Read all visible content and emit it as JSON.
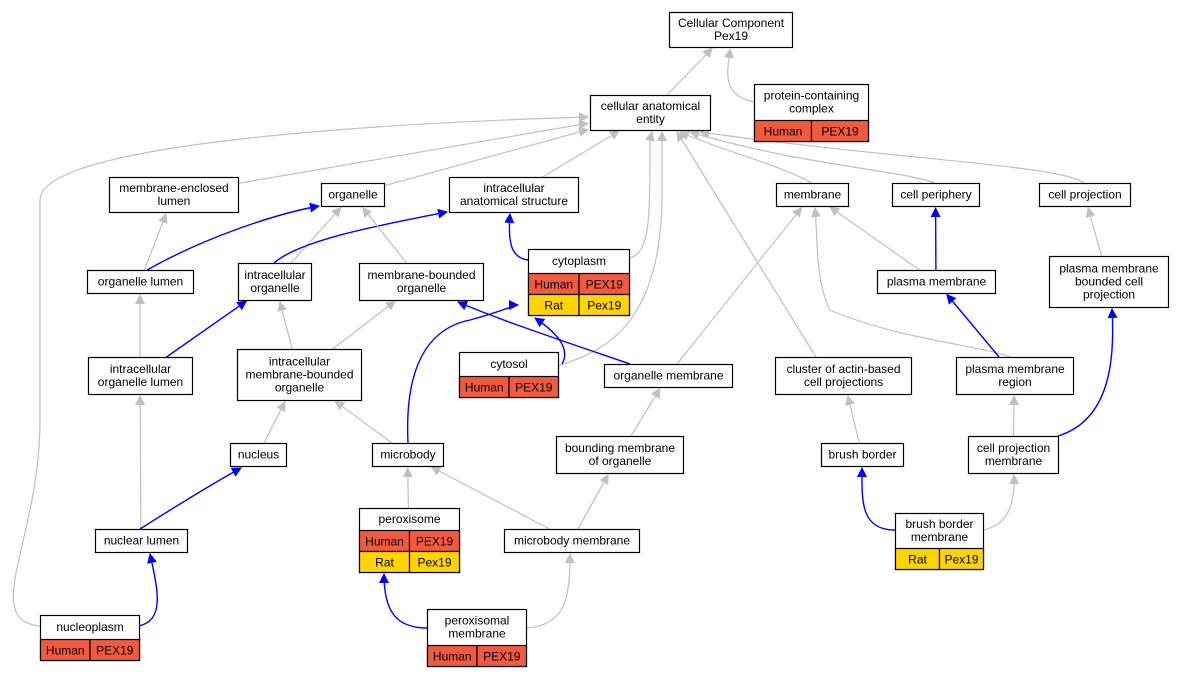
{
  "colors": {
    "edge_is_a": "#c0c0c0",
    "edge_part_of": "#0000ff",
    "human": "#f15a3f",
    "rat": "#ffd400",
    "node_fill": "#ffffff",
    "node_border": "#000000"
  },
  "nodes": {
    "root": [
      "Cellular Component",
      "Pex19"
    ],
    "cae": [
      "cellular anatomical",
      "entity"
    ],
    "pcc": [
      "protein-containing",
      "complex"
    ],
    "mel": [
      "membrane-enclosed",
      "lumen"
    ],
    "organelle": [
      "organelle"
    ],
    "ias": [
      "intracellular",
      "anatomical structure"
    ],
    "membrane": [
      "membrane"
    ],
    "cp": [
      "cell periphery"
    ],
    "cproj": [
      "cell projection"
    ],
    "ol": [
      "organelle lumen"
    ],
    "io": [
      "intracellular",
      "organelle"
    ],
    "mbo": [
      "membrane-bounded",
      "organelle"
    ],
    "cyto": [
      "cytoplasm"
    ],
    "pm": [
      "plasma membrane"
    ],
    "pmbcp": [
      "plasma membrane",
      "bounded cell",
      "projection"
    ],
    "iol": [
      "intracellular",
      "organelle lumen"
    ],
    "imbo": [
      "intracellular",
      "membrane-bounded",
      "organelle"
    ],
    "cytosol": [
      "cytosol"
    ],
    "om": [
      "organelle membrane"
    ],
    "cabcp": [
      "cluster of actin-based",
      "cell projections"
    ],
    "pmr": [
      "plasma membrane",
      "region"
    ],
    "nucleus": [
      "nucleus"
    ],
    "microbody": [
      "microbody"
    ],
    "bmo": [
      "bounding membrane",
      "of organelle"
    ],
    "bb": [
      "brush border"
    ],
    "cpm": [
      "cell projection",
      "membrane"
    ],
    "nl": [
      "nuclear lumen"
    ],
    "perox": [
      "peroxisome"
    ],
    "mm": [
      "microbody membrane"
    ],
    "bbm": [
      "brush border",
      "membrane"
    ],
    "np": [
      "nucleoplasm"
    ],
    "pxm": [
      "peroxisomal",
      "membrane"
    ]
  },
  "annotations": {
    "pcc": [
      [
        "Human",
        "PEX19"
      ]
    ],
    "cyto": [
      [
        "Human",
        "PEX19"
      ],
      [
        "Rat",
        "Pex19"
      ]
    ],
    "cytosol": [
      [
        "Human",
        "PEX19"
      ]
    ],
    "perox": [
      [
        "Human",
        "PEX19"
      ],
      [
        "Rat",
        "Pex19"
      ]
    ],
    "bbm": [
      [
        "Rat",
        "Pex19"
      ]
    ],
    "np": [
      [
        "Human",
        "PEX19"
      ]
    ],
    "pxm": [
      [
        "Human",
        "PEX19"
      ]
    ]
  },
  "edges": [
    [
      "cae",
      "root",
      "is_a"
    ],
    [
      "pcc",
      "root",
      "is_a"
    ],
    [
      "mel",
      "cae",
      "is_a"
    ],
    [
      "organelle",
      "cae",
      "is_a"
    ],
    [
      "ias",
      "cae",
      "is_a"
    ],
    [
      "membrane",
      "cae",
      "is_a"
    ],
    [
      "cp",
      "cae",
      "is_a"
    ],
    [
      "cproj",
      "cae",
      "is_a"
    ],
    [
      "cyto",
      "cae",
      "is_a"
    ],
    [
      "cytosol",
      "cae",
      "is_a"
    ],
    [
      "cabcp",
      "cae",
      "is_a"
    ],
    [
      "np",
      "cae",
      "is_a"
    ],
    [
      "ol",
      "mel",
      "is_a"
    ],
    [
      "ol",
      "organelle",
      "part_of"
    ],
    [
      "io",
      "organelle",
      "is_a"
    ],
    [
      "io",
      "ias",
      "part_of"
    ],
    [
      "mbo",
      "organelle",
      "is_a"
    ],
    [
      "cyto",
      "ias",
      "part_of"
    ],
    [
      "pm",
      "membrane",
      "is_a"
    ],
    [
      "pm",
      "cp",
      "part_of"
    ],
    [
      "pmbcp",
      "cproj",
      "is_a"
    ],
    [
      "iol",
      "ol",
      "is_a"
    ],
    [
      "iol",
      "io",
      "part_of"
    ],
    [
      "imbo",
      "io",
      "is_a"
    ],
    [
      "imbo",
      "mbo",
      "is_a"
    ],
    [
      "cytosol",
      "cyto",
      "part_of"
    ],
    [
      "om",
      "membrane",
      "is_a"
    ],
    [
      "om",
      "mbo",
      "part_of"
    ],
    [
      "pmr",
      "membrane",
      "is_a"
    ],
    [
      "pmr",
      "pm",
      "part_of"
    ],
    [
      "nucleus",
      "imbo",
      "is_a"
    ],
    [
      "microbody",
      "imbo",
      "is_a"
    ],
    [
      "microbody",
      "cyto",
      "part_of"
    ],
    [
      "bmo",
      "om",
      "is_a"
    ],
    [
      "bb",
      "cabcp",
      "is_a"
    ],
    [
      "cpm",
      "pmr",
      "is_a"
    ],
    [
      "cpm",
      "pmbcp",
      "part_of"
    ],
    [
      "nl",
      "iol",
      "is_a"
    ],
    [
      "nl",
      "nucleus",
      "part_of"
    ],
    [
      "perox",
      "microbody",
      "is_a"
    ],
    [
      "mm",
      "microbody",
      "is_a"
    ],
    [
      "mm",
      "bmo",
      "is_a"
    ],
    [
      "bbm",
      "bb",
      "part_of"
    ],
    [
      "bbm",
      "cpm",
      "is_a"
    ],
    [
      "np",
      "nl",
      "part_of"
    ],
    [
      "pxm",
      "perox",
      "part_of"
    ],
    [
      "pxm",
      "mm",
      "is_a"
    ]
  ]
}
